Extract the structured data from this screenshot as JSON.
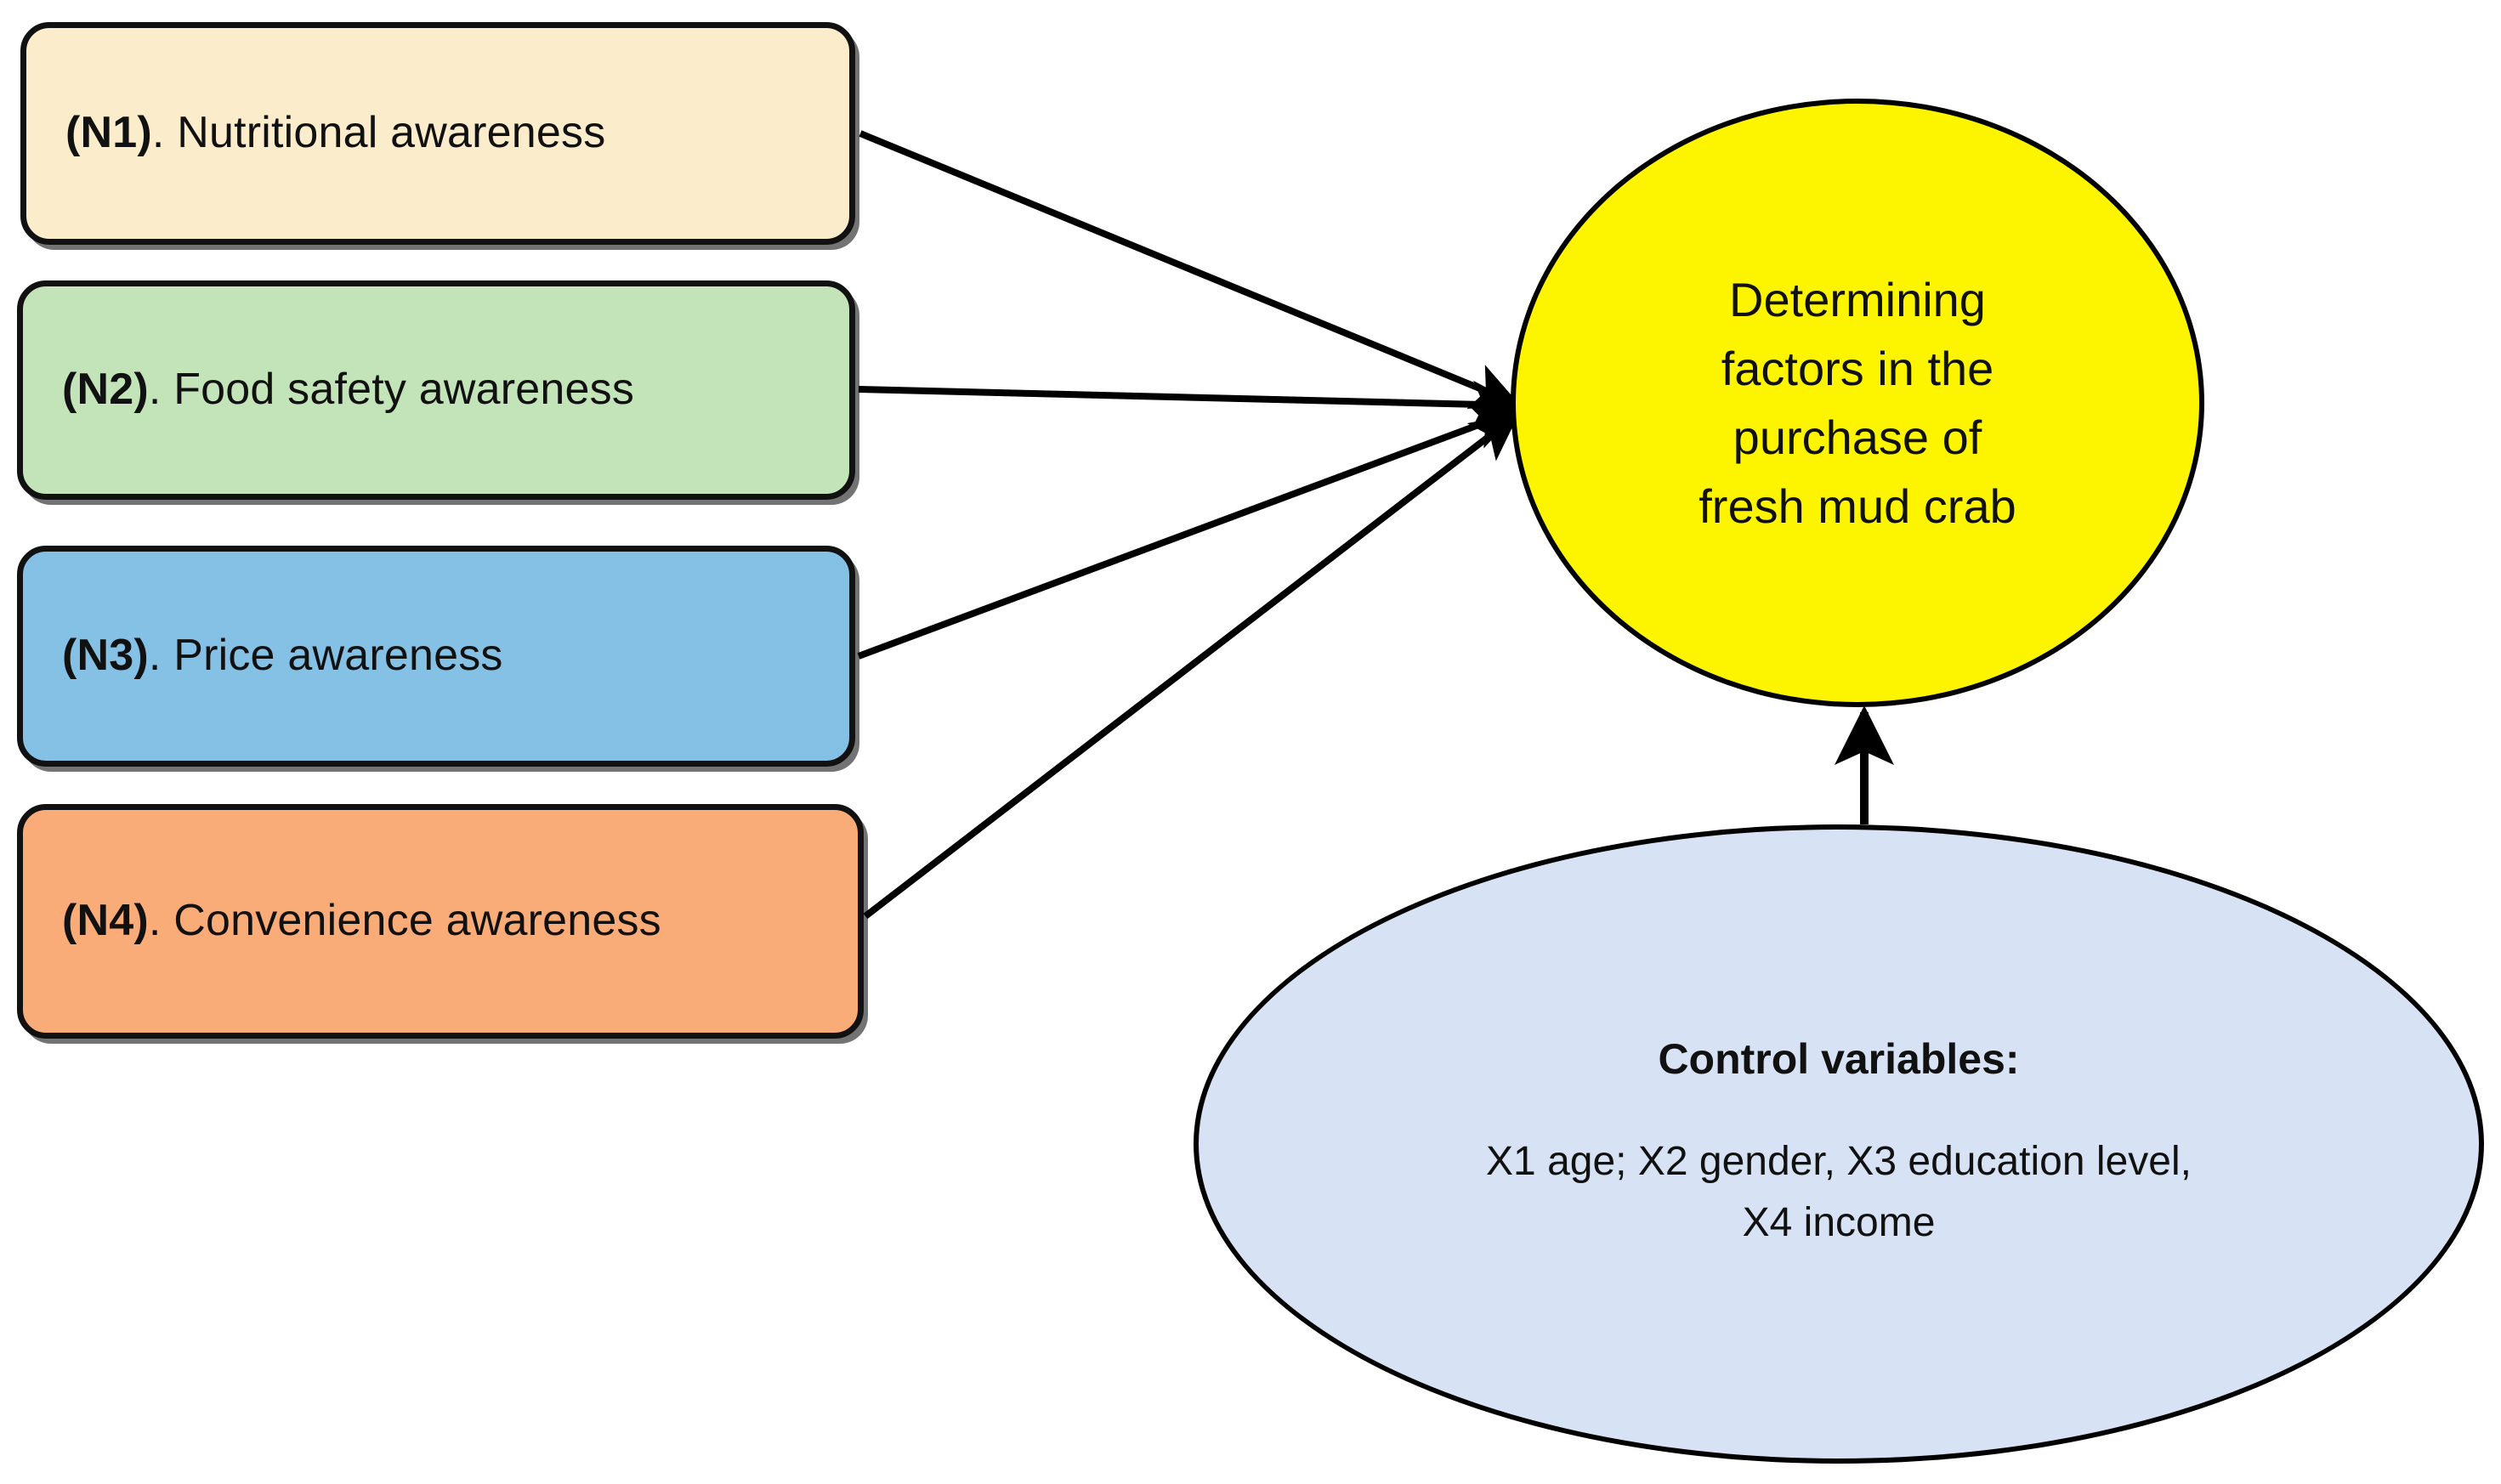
{
  "diagram": {
    "title": "Determining factors in the purchase of fresh mud crab",
    "type": "conceptual-framework",
    "background_color": "#ffffff",
    "edge_color": "#000000"
  },
  "factors": [
    {
      "code": "(N1)",
      "separator": ". ",
      "name": "Nutritional awareness",
      "fill": "#fbeccc",
      "border": "#111111"
    },
    {
      "code": "(N2)",
      "separator": ". ",
      "name": "Food safety awareness",
      "fill": "#c3e3b8",
      "border": "#111111"
    },
    {
      "code": "(N3)",
      "separator": ". ",
      "name": "Price awareness",
      "fill": "#85c1e4",
      "border": "#111111"
    },
    {
      "code": "(N4)",
      "separator": ". ",
      "name": "Convenience awareness",
      "fill": "#f9ab78",
      "border": "#111111"
    }
  ],
  "outcome": {
    "fill": "#fdf500",
    "border": "#000000",
    "lines": [
      "Determining",
      "factors in the",
      "purchase of",
      "fresh mud crab"
    ]
  },
  "control": {
    "fill": "#d7e3f4",
    "border": "#000000",
    "heading": "Control variables:",
    "lines": [
      "X1 age; X2 gender, X3 education level,",
      "X4 income"
    ]
  },
  "arrows": {
    "from_factors_label": "factor influences outcome",
    "from_control_label": "control variables influence outcome",
    "count": 5
  }
}
